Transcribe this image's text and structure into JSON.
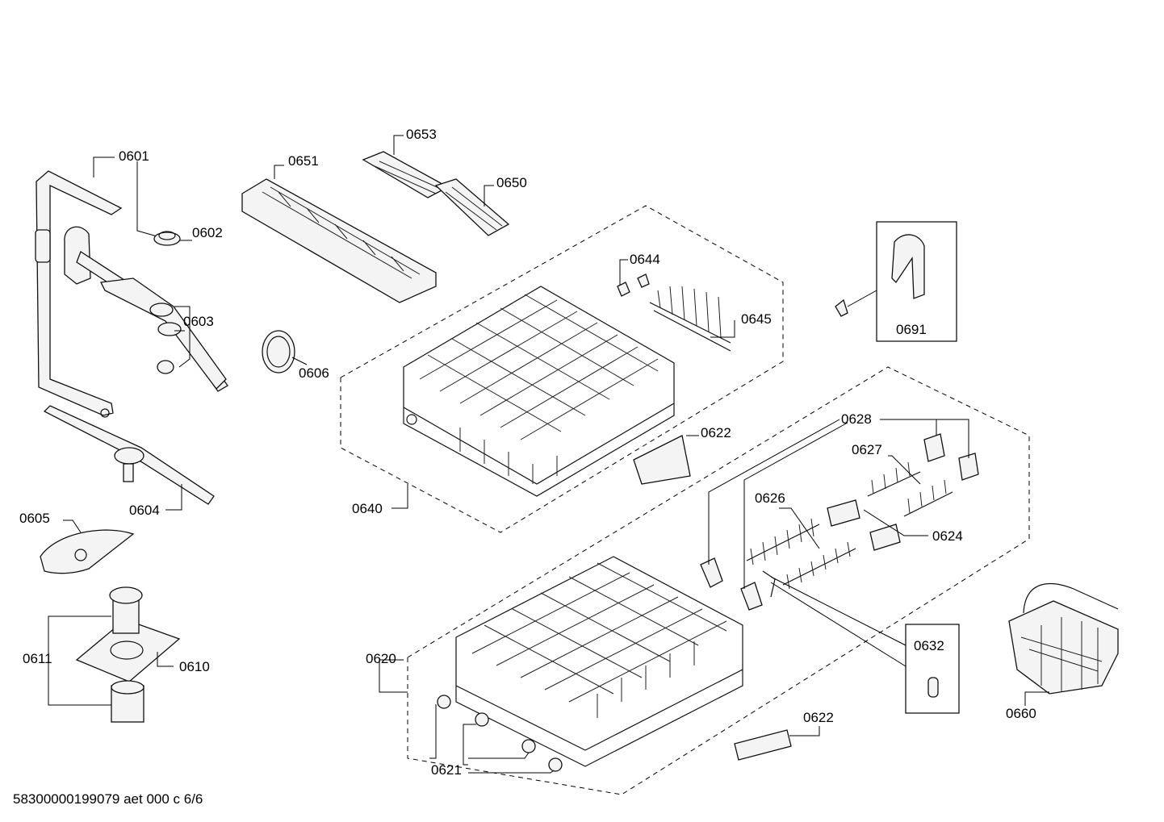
{
  "footer": {
    "document_code": "58300000199079 aet 000 c 6/6"
  },
  "callouts": {
    "c0601": "0601",
    "c0602": "0602",
    "c0603": "0603",
    "c0604": "0604",
    "c0605": "0605",
    "c0606": "0606",
    "c0610": "0610",
    "c0611": "0611",
    "c0620": "0620",
    "c0621": "0621",
    "c0622a": "0622",
    "c0622b": "0622",
    "c0624": "0624",
    "c0626": "0626",
    "c0627": "0627",
    "c0628": "0628",
    "c0632": "0632",
    "c0640": "0640",
    "c0644": "0644",
    "c0645": "0645",
    "c0650": "0650",
    "c0651": "0651",
    "c0653": "0653",
    "c0660": "0660",
    "c0691": "0691"
  }
}
